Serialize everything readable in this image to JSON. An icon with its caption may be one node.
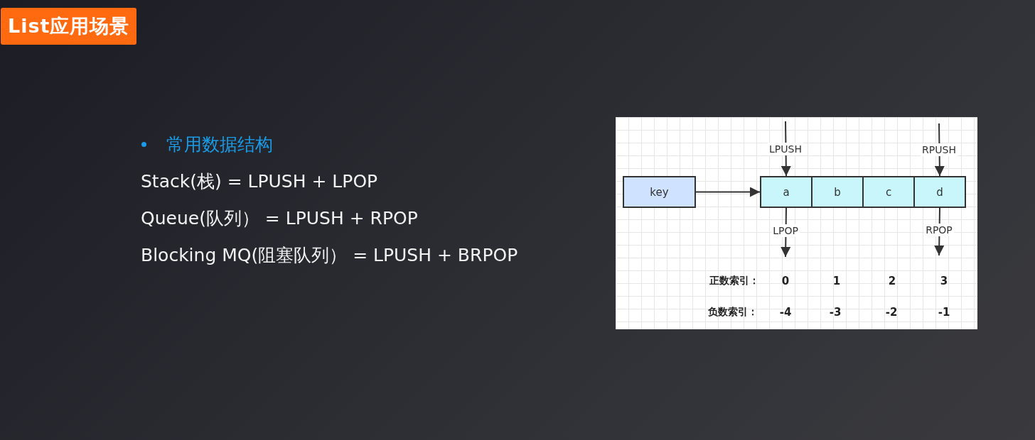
{
  "diagram": {
    "title": "List应用场景",
    "nodes": [
      {
        "text": [
          "key"
        ]
      },
      {
        "text": [
          "a"
        ]
      },
      {
        "text": [
          "b"
        ]
      },
      {
        "text": [
          "c"
        ]
      },
      {
        "text": [
          "d"
        ]
      }
    ],
    "edges": [
      {
        "from": 0,
        "to": 1,
        "arrow": "to"
      },
      {
        "from": null,
        "to": 1,
        "arrow": "to",
        "label": "LPUSH"
      },
      {
        "from": null,
        "to": 4,
        "arrow": "to",
        "label": "RPUSH"
      },
      {
        "from": 1,
        "to": null,
        "arrow": "to",
        "label": "LPOP"
      },
      {
        "from": 4,
        "to": null,
        "arrow": "to",
        "label": "RPOP"
      }
    ],
    "labels": [
      "常用数据结构",
      "Stack(栈) = LPUSH + LPOP",
      "Queue(队列） = LPUSH + RPOP",
      "Blocking MQ(阻塞队列） = LPUSH + BRPOP",
      "正数索引：",
      "0",
      "1",
      "2",
      "3",
      "负数索引：",
      "-4",
      "-3",
      "-2",
      "-1"
    ]
  }
}
